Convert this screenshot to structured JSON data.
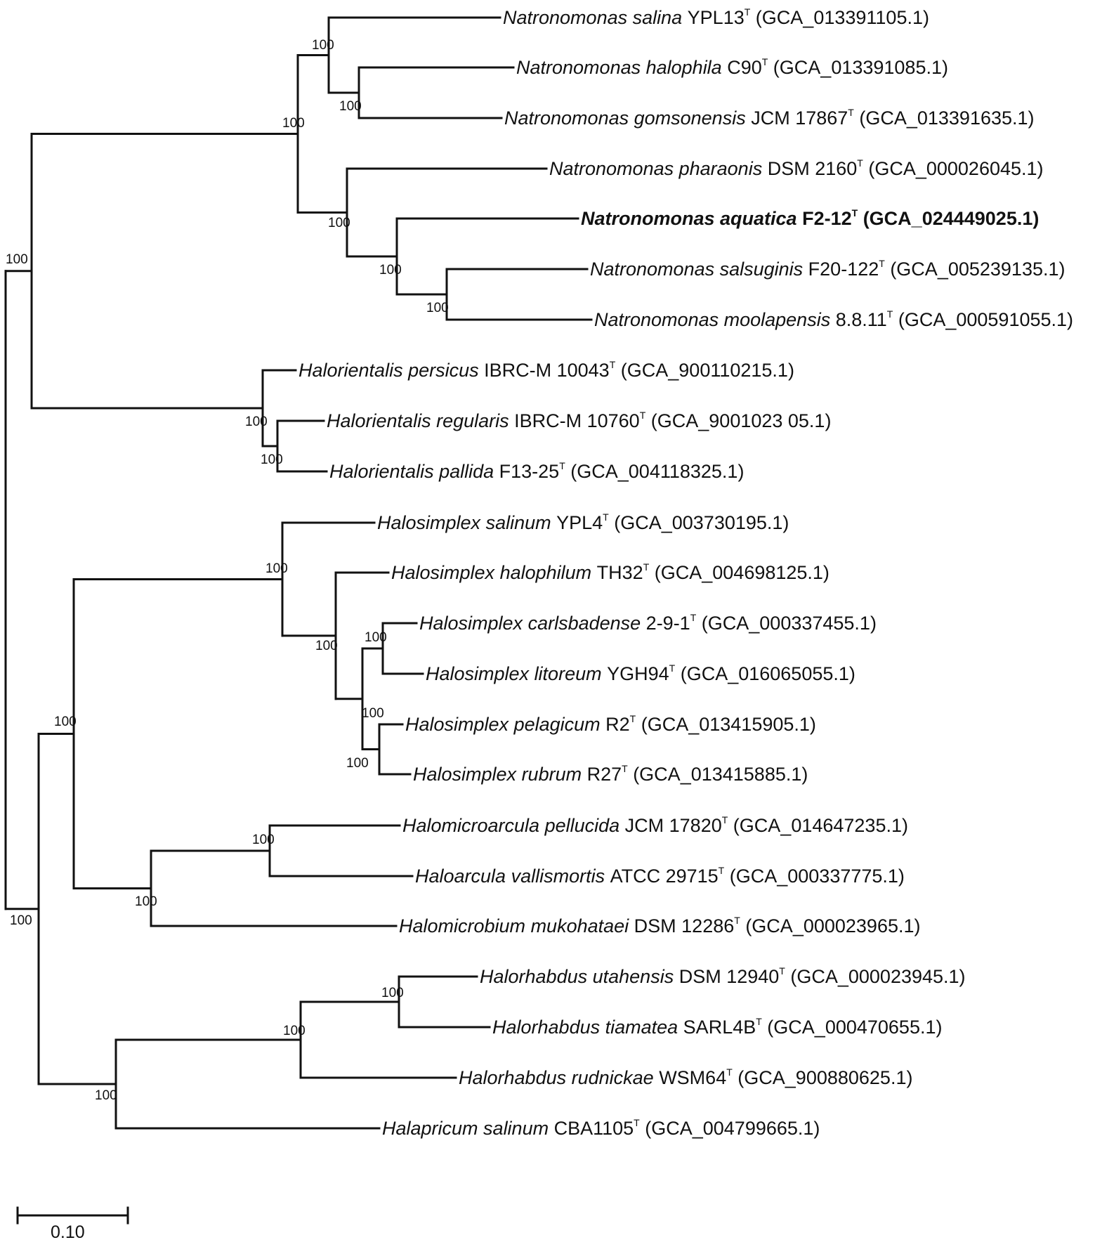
{
  "tree": {
    "line_color": "#111111",
    "highlighted_taxon": "Natronomonas aquatica",
    "leaves": [
      {
        "genus": "Natronomonas",
        "species": "salina",
        "strain": "YPL13",
        "type_mark": "T",
        "accession": "(GCA_013391105.1)",
        "bold": false
      },
      {
        "genus": "Natronomonas",
        "species": "halophila",
        "strain": "C90",
        "type_mark": "T",
        "accession": "(GCA_013391085.1)",
        "bold": false
      },
      {
        "genus": "Natronomonas",
        "species": "gomsonensis",
        "strain": "JCM 17867",
        "type_mark": "T",
        "accession": "(GCA_013391635.1)",
        "bold": false
      },
      {
        "genus": "Natronomonas",
        "species": "pharaonis",
        "strain": "DSM 2160",
        "type_mark": "T",
        "accession": "(GCA_000026045.1)",
        "bold": false
      },
      {
        "genus": "Natronomonas",
        "species": "aquatica",
        "strain": "F2-12",
        "type_mark": "T",
        "accession": "(GCA_024449025.1)",
        "bold": true
      },
      {
        "genus": "Natronomonas",
        "species": "salsuginis",
        "strain": "F20-122",
        "type_mark": "T",
        "accession": "(GCA_005239135.1)",
        "bold": false
      },
      {
        "genus": "Natronomonas",
        "species": "moolapensis",
        "strain": "8.8.11",
        "type_mark": "T",
        "accession": "(GCA_000591055.1)",
        "bold": false
      },
      {
        "genus": "Halorientalis",
        "species": "persicus",
        "strain": "IBRC-M 10043",
        "type_mark": "T",
        "accession": "(GCA_900110215.1)",
        "bold": false
      },
      {
        "genus": "Halorientalis",
        "species": "regularis",
        "strain": "IBRC-M 10760",
        "type_mark": "T",
        "accession": "(GCA_9001023 05.1)",
        "bold": false
      },
      {
        "genus": "Halorientalis",
        "species": "pallida",
        "strain": "F13-25",
        "type_mark": "T",
        "accession": "(GCA_004118325.1)",
        "bold": false
      },
      {
        "genus": "Halosimplex",
        "species": "salinum",
        "strain": "YPL4",
        "type_mark": "T",
        "accession": "(GCA_003730195.1)",
        "bold": false
      },
      {
        "genus": "Halosimplex",
        "species": "halophilum",
        "strain": "TH32",
        "type_mark": "T",
        "accession": "(GCA_004698125.1)",
        "bold": false
      },
      {
        "genus": "Halosimplex",
        "species": "carlsbadense",
        "strain": "2-9-1",
        "type_mark": "T",
        "accession": "(GCA_000337455.1)",
        "bold": false
      },
      {
        "genus": "Halosimplex",
        "species": "litoreum",
        "strain": "YGH94",
        "type_mark": "T",
        "accession": "(GCA_016065055.1)",
        "bold": false
      },
      {
        "genus": "Halosimplex",
        "species": "pelagicum",
        "strain": "R2",
        "type_mark": "T",
        "accession": "(GCA_013415905.1)",
        "bold": false
      },
      {
        "genus": "Halosimplex",
        "species": "rubrum",
        "strain": "R27",
        "type_mark": "T",
        "accession": "(GCA_013415885.1)",
        "bold": false
      },
      {
        "genus": "Halomicroarcula",
        "species": "pellucida",
        "strain": "JCM 17820",
        "type_mark": "T",
        "accession": "(GCA_014647235.1)",
        "bold": false
      },
      {
        "genus": "Haloarcula",
        "species": "vallismortis",
        "strain": "ATCC 29715",
        "type_mark": "T",
        "accession": "(GCA_000337775.1)",
        "bold": false
      },
      {
        "genus": "Halomicrobium",
        "species": "mukohataei",
        "strain": "DSM 12286",
        "type_mark": "T",
        "accession": "(GCA_000023965.1)",
        "bold": false
      },
      {
        "genus": "Halorhabdus",
        "species": "utahensis",
        "strain": "DSM 12940",
        "type_mark": "T",
        "accession": "(GCA_000023945.1)",
        "bold": false
      },
      {
        "genus": "Halorhabdus",
        "species": "tiamatea",
        "strain": "SARL4B",
        "type_mark": "T",
        "accession": "(GCA_000470655.1)",
        "bold": false
      },
      {
        "genus": "Halorhabdus",
        "species": "rudnickae",
        "strain": "WSM64",
        "type_mark": "T",
        "accession": "(GCA_900880625.1)",
        "bold": false
      },
      {
        "genus": "Halapricum",
        "species": "salinum",
        "strain": "CBA1105",
        "type_mark": "T",
        "accession": "(GCA_004799665.1)",
        "bold": false
      }
    ],
    "bootstrap_values": [
      "100",
      "100",
      "100",
      "100",
      "100",
      "100",
      "100",
      "100",
      "100",
      "100",
      "100",
      "100",
      "100",
      "100",
      "100",
      "100",
      "100",
      "100",
      "100",
      "100",
      "100"
    ],
    "scale_bar": {
      "label": "0.10"
    }
  }
}
